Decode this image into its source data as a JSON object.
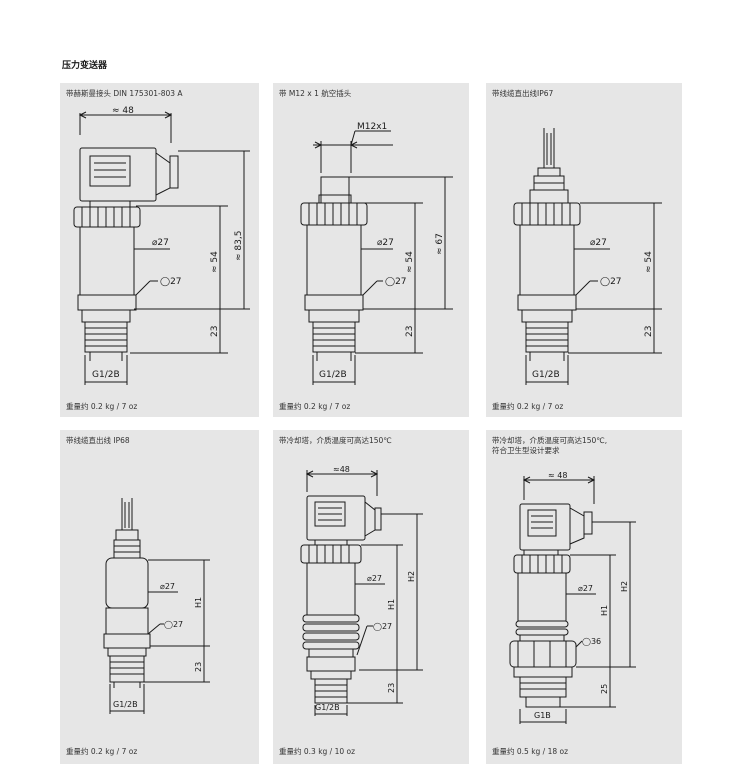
{
  "page_title": "压力变送器",
  "panels": [
    {
      "caption": [
        "带赫斯曼接头 DIN 175301-803 A"
      ],
      "weight": "重量约 0.2 kg / 7 oz",
      "dims": {
        "width": "≈ 48",
        "diam": "⌀27",
        "hex": "◯27",
        "len1": "≈ 54",
        "len2": "≈ 83,5",
        "thread_len": "23",
        "thread": "G1/2B"
      }
    },
    {
      "caption": [
        "带 M12 x 1 航空插头"
      ],
      "weight": "重量约 0.2 kg / 7 oz",
      "dims": {
        "plug": "M12x1",
        "diam": "⌀27",
        "hex": "◯27",
        "len1": "≈ 54",
        "len2": "≈ 67",
        "thread_len": "23",
        "thread": "G1/2B"
      }
    },
    {
      "caption": [
        "带线缆直出线IP67"
      ],
      "weight": "重量约 0.2 kg / 7 oz",
      "dims": {
        "diam": "⌀27",
        "hex": "◯27",
        "len1": "≈ 54",
        "thread_len": "23",
        "thread": "G1/2B"
      }
    },
    {
      "caption": [
        "带线缆直出线 IP68"
      ],
      "weight": "重量约 0.2 kg / 7 oz",
      "dims": {
        "diam": "⌀27",
        "hex": "◯27",
        "len1": "H1",
        "thread_len": "23",
        "thread": "G1/2B"
      }
    },
    {
      "caption": [
        "带冷却塔，介质温度可高达150℃"
      ],
      "weight": "重量约 0.3 kg / 10 oz",
      "dims": {
        "width": "≈48",
        "diam": "⌀27",
        "hex": "◯27",
        "len1": "H1",
        "len2": "H2",
        "thread_len": "23",
        "thread": "G1/2B"
      }
    },
    {
      "caption": [
        "带冷却塔，介质温度可高达150℃,",
        "符合卫生型设计要求"
      ],
      "weight": "重量约 0.5 kg / 18 oz",
      "dims": {
        "width": "≈ 48",
        "diam": "⌀27",
        "hex": "◯36",
        "len1": "H1",
        "len2": "H2",
        "thread_len": "25",
        "thread": "G1B"
      }
    }
  ]
}
